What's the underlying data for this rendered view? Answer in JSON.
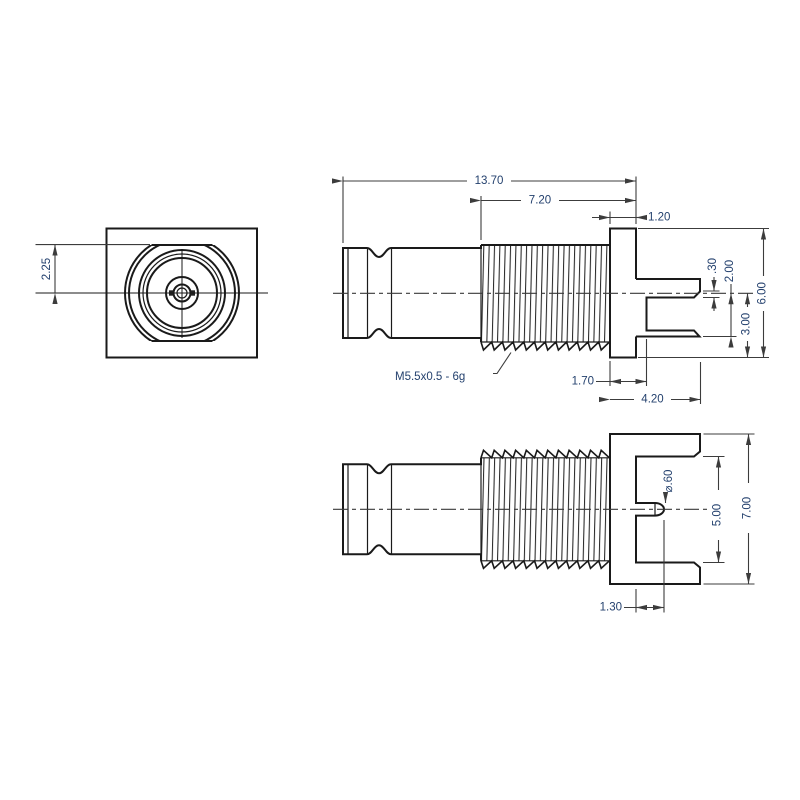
{
  "drawing": {
    "background": "#ffffff",
    "outline_color": "#1a1a1a",
    "dimension_line_color": "#3c3c3c",
    "dimension_text_color": "#24416e",
    "front_view": {
      "dims": {
        "flat_half_height": "2.25"
      }
    },
    "top_side_view": {
      "dims": {
        "overall_length": "13.70",
        "thread_face_to_flange_face": "7.20",
        "flange_thickness": "1.20",
        "pin_tab_thickness": ".30",
        "center_to_slot_bottom": "2.00",
        "center_to_flange_bottom": "3.00",
        "flange_height": "6.00",
        "slot_depth": "1.70",
        "flange_total_depth": "4.20"
      },
      "thread_callout": "M5.5x0.5 - 6g"
    },
    "bottom_side_view": {
      "dims": {
        "pin_diameter": "⌀.60",
        "notch_width": "5.00",
        "flange_width": "7.00",
        "pin_length": "1.30"
      }
    }
  }
}
